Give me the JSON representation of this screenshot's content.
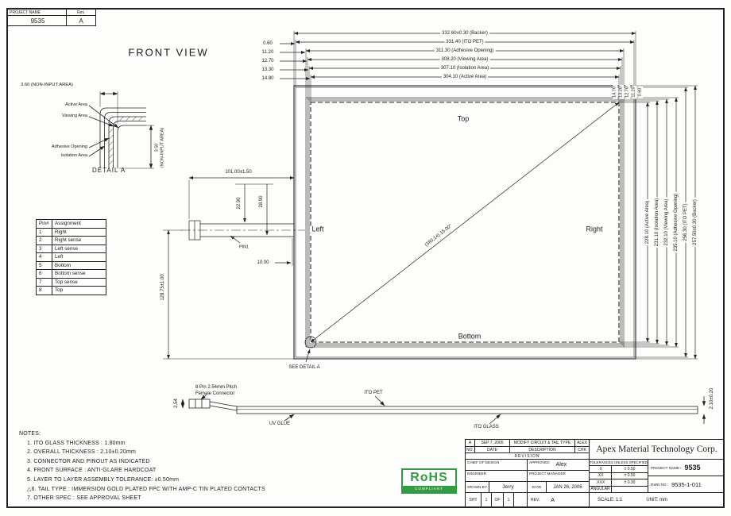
{
  "project_box": {
    "label": "PROJECT NAME",
    "value": "9535",
    "rev_label": "Rev.",
    "rev_value": "A"
  },
  "front_view": {
    "title": "FRONT VIEW",
    "top_dims": [
      "332.60±0.30 (Backer)",
      "331.40 (ITO PET)",
      "311.30 (Adhesive Opening)",
      "308.20 (Viewing Area)",
      "307.10 (Isolation Area)",
      "304.10 (Active Area)"
    ],
    "left_offsets": [
      "0.60",
      "11.20",
      "12.70",
      "13.30",
      "14.80"
    ],
    "right_top_offsets": [
      "14.70",
      "13.20",
      "12.70",
      "11.20",
      "0.60"
    ],
    "right_dims": [
      "228.10 (Active Area)",
      "231.10 (Isolation Area)",
      "232.10 (Viewing Area)",
      "235.10 (Adhesive Opening)",
      "256.30 (ITO PET)",
      "257.50±0.30 (Backer)"
    ],
    "label_top": "Top",
    "label_left": "Left",
    "label_right": "Right",
    "label_bottom": "Bottom",
    "diagonal_label": "(380,14) 15.00\"",
    "see_detail": "SEE DETAIL A",
    "tail_dims": {
      "length": "101.00±1.50",
      "offset_a": "22.90",
      "offset_b": "28.90",
      "pin_offset": "10.00",
      "center_to_bottom": "128.75±1.00",
      "pin1": "PIN1"
    }
  },
  "detail_a": {
    "dim_top": "3.60 (NON-INPUT AREA)",
    "dim_side": "3.50\n(NON-INPUT AREA)",
    "label_active": "Active Area",
    "label_viewing": "Viewing Area",
    "label_adhesive": "Adhesive Opening",
    "label_isolation": "Isolation Area",
    "caption": "DETAIL A"
  },
  "pin_table": {
    "header_pin": "Pin#",
    "header_assignment": "Assignment",
    "rows": [
      {
        "pin": "1",
        "assignment": "Right"
      },
      {
        "pin": "2",
        "assignment": "Right sense"
      },
      {
        "pin": "3",
        "assignment": "Left sense"
      },
      {
        "pin": "4",
        "assignment": "Left"
      },
      {
        "pin": "5",
        "assignment": "Bottom"
      },
      {
        "pin": "6",
        "assignment": "Bottom sense"
      },
      {
        "pin": "7",
        "assignment": "Top sense"
      },
      {
        "pin": "8",
        "assignment": "Top"
      }
    ]
  },
  "section": {
    "connector_line1": "8 Pin 2.54mm Pitch",
    "connector_line2": "Female Connector",
    "dim_pitch": "2.54",
    "uv_glue": "UV GLUE",
    "ito_pet": "ITO PET",
    "ito_glass": "ITO GLASS",
    "dim_thickness": "2.10±0.20"
  },
  "notes": {
    "heading": "NOTES:",
    "items": [
      "1. ITO GLASS THICKNESS : 1.80mm",
      "2. OVERALL THICKNESS : 2.10±0.20mm",
      "3. CONNECTOR AND PINOUT AS INDICATED",
      "4. FRONT SURFACE : ANTI-GLARE HARDCOAT",
      "5. LAYER TO LAYER ASSEMBLY TOLERANCE: ±0.50mm",
      "△6. TAIL TYPE : IMMERSION GOLD PLATED FPC WITH AMP-C TIN PLATED CONTACTS",
      "7. OTHER SPEC : SEE APPROVAL SHEET"
    ]
  },
  "rohs": {
    "name": "RoHS",
    "compliant": "COMPLIANT",
    "color": "#2e9e41"
  },
  "title_block": {
    "company": "Apex Material Technology Corp.",
    "rev_entry": {
      "no": "A",
      "date": "SEP 7, 2005",
      "description": "MODIFY CIRCUIT & TAIL TYPE",
      "chk": "ALEX"
    },
    "rev_header": {
      "no": "NO.",
      "date": "DATE",
      "description": "DESCRIPTION",
      "chk": "CHK"
    },
    "revision_title": "REVISION",
    "chief_label": "CHIEF OF DESIGN",
    "approved_label": "APPROVED",
    "approved_value": "Alex",
    "engineer_label": "ENGINEER",
    "pm_label": "PROJECT MANAGER",
    "drawn_label": "DRAWN BY",
    "drawn_value": "Jerry",
    "date_label": "DATE",
    "date_value": "JAN 26, 2006",
    "sht_label": "SHT",
    "sht_value1": "1",
    "of_label": "OF",
    "sht_value2": "1",
    "rev_label": "REV.",
    "rev_value": "A",
    "tol_title": "TOLERANCES UNLESS SPECIFIED",
    "tol_rows": [
      {
        "k": ".X",
        "v": "± 0.50"
      },
      {
        "k": ".XX",
        "v": "± 0.50"
      },
      {
        "k": ".XXX",
        "v": "± 0.30"
      },
      {
        "k": "ANGULAR",
        "v": ""
      }
    ],
    "project_name_label": "PROJECT NAME :",
    "project_name_value": "9535",
    "dwg_label": "DWG NO :",
    "dwg_value": "9535-1-011",
    "scale": "SCALE: 1:1",
    "unit": "UNIT: mm"
  }
}
